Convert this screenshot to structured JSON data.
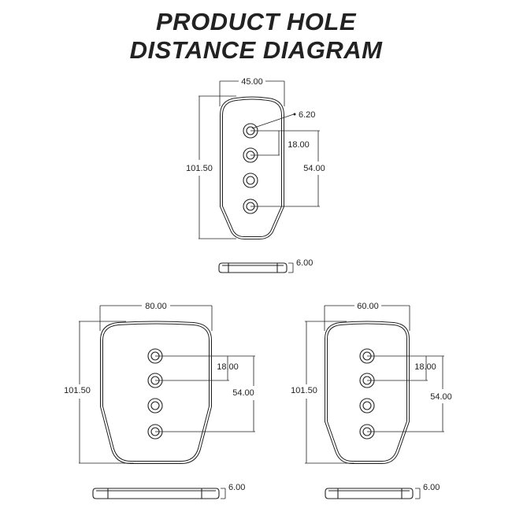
{
  "title": {
    "line1": "PRODUCT HOLE",
    "line2": "DISTANCE DIAGRAM"
  },
  "views": {
    "small": {
      "width": "45.00",
      "height": "101.50",
      "hole_diameter": "6.20",
      "hole_pitch": "18.00",
      "hole_span": "54.00",
      "thickness": "6.00"
    },
    "large": {
      "width": "80.00",
      "height": "101.50",
      "hole_pitch": "18.00",
      "hole_span": "54.00",
      "thickness": "6.00"
    },
    "medium": {
      "width": "60.00",
      "height": "101.50",
      "hole_pitch": "18.00",
      "hole_span": "54.00",
      "thickness": "6.00"
    }
  }
}
